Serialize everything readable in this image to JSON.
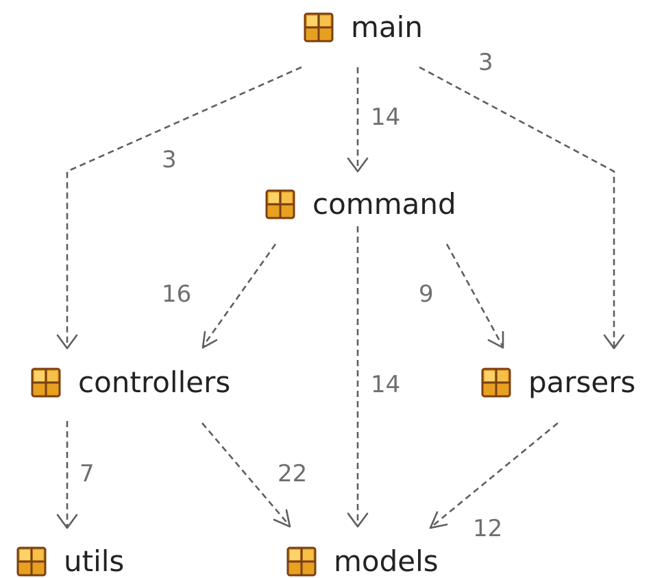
{
  "nodes": {
    "main": {
      "label": "main"
    },
    "command": {
      "label": "command"
    },
    "controllers": {
      "label": "controllers"
    },
    "parsers": {
      "label": "parsers"
    },
    "utils": {
      "label": "utils"
    },
    "models": {
      "label": "models"
    }
  },
  "edges": [
    {
      "from": "main",
      "to": "controllers",
      "count": "3"
    },
    {
      "from": "main",
      "to": "command",
      "count": "14"
    },
    {
      "from": "main",
      "to": "parsers",
      "count": "3"
    },
    {
      "from": "command",
      "to": "controllers",
      "count": "16"
    },
    {
      "from": "command",
      "to": "models",
      "count": "14"
    },
    {
      "from": "command",
      "to": "parsers",
      "count": "9"
    },
    {
      "from": "controllers",
      "to": "utils",
      "count": "7"
    },
    {
      "from": "controllers",
      "to": "models",
      "count": "22"
    },
    {
      "from": "parsers",
      "to": "models",
      "count": "12"
    }
  ],
  "icon": "package-icon",
  "colors": {
    "icon_fill": "#e8a020",
    "icon_highlight": "#fbd36a",
    "icon_border": "#7a3f12",
    "edge": "#5e5e5e",
    "edge_label": "#6f6f6f",
    "node_label": "#222222"
  }
}
